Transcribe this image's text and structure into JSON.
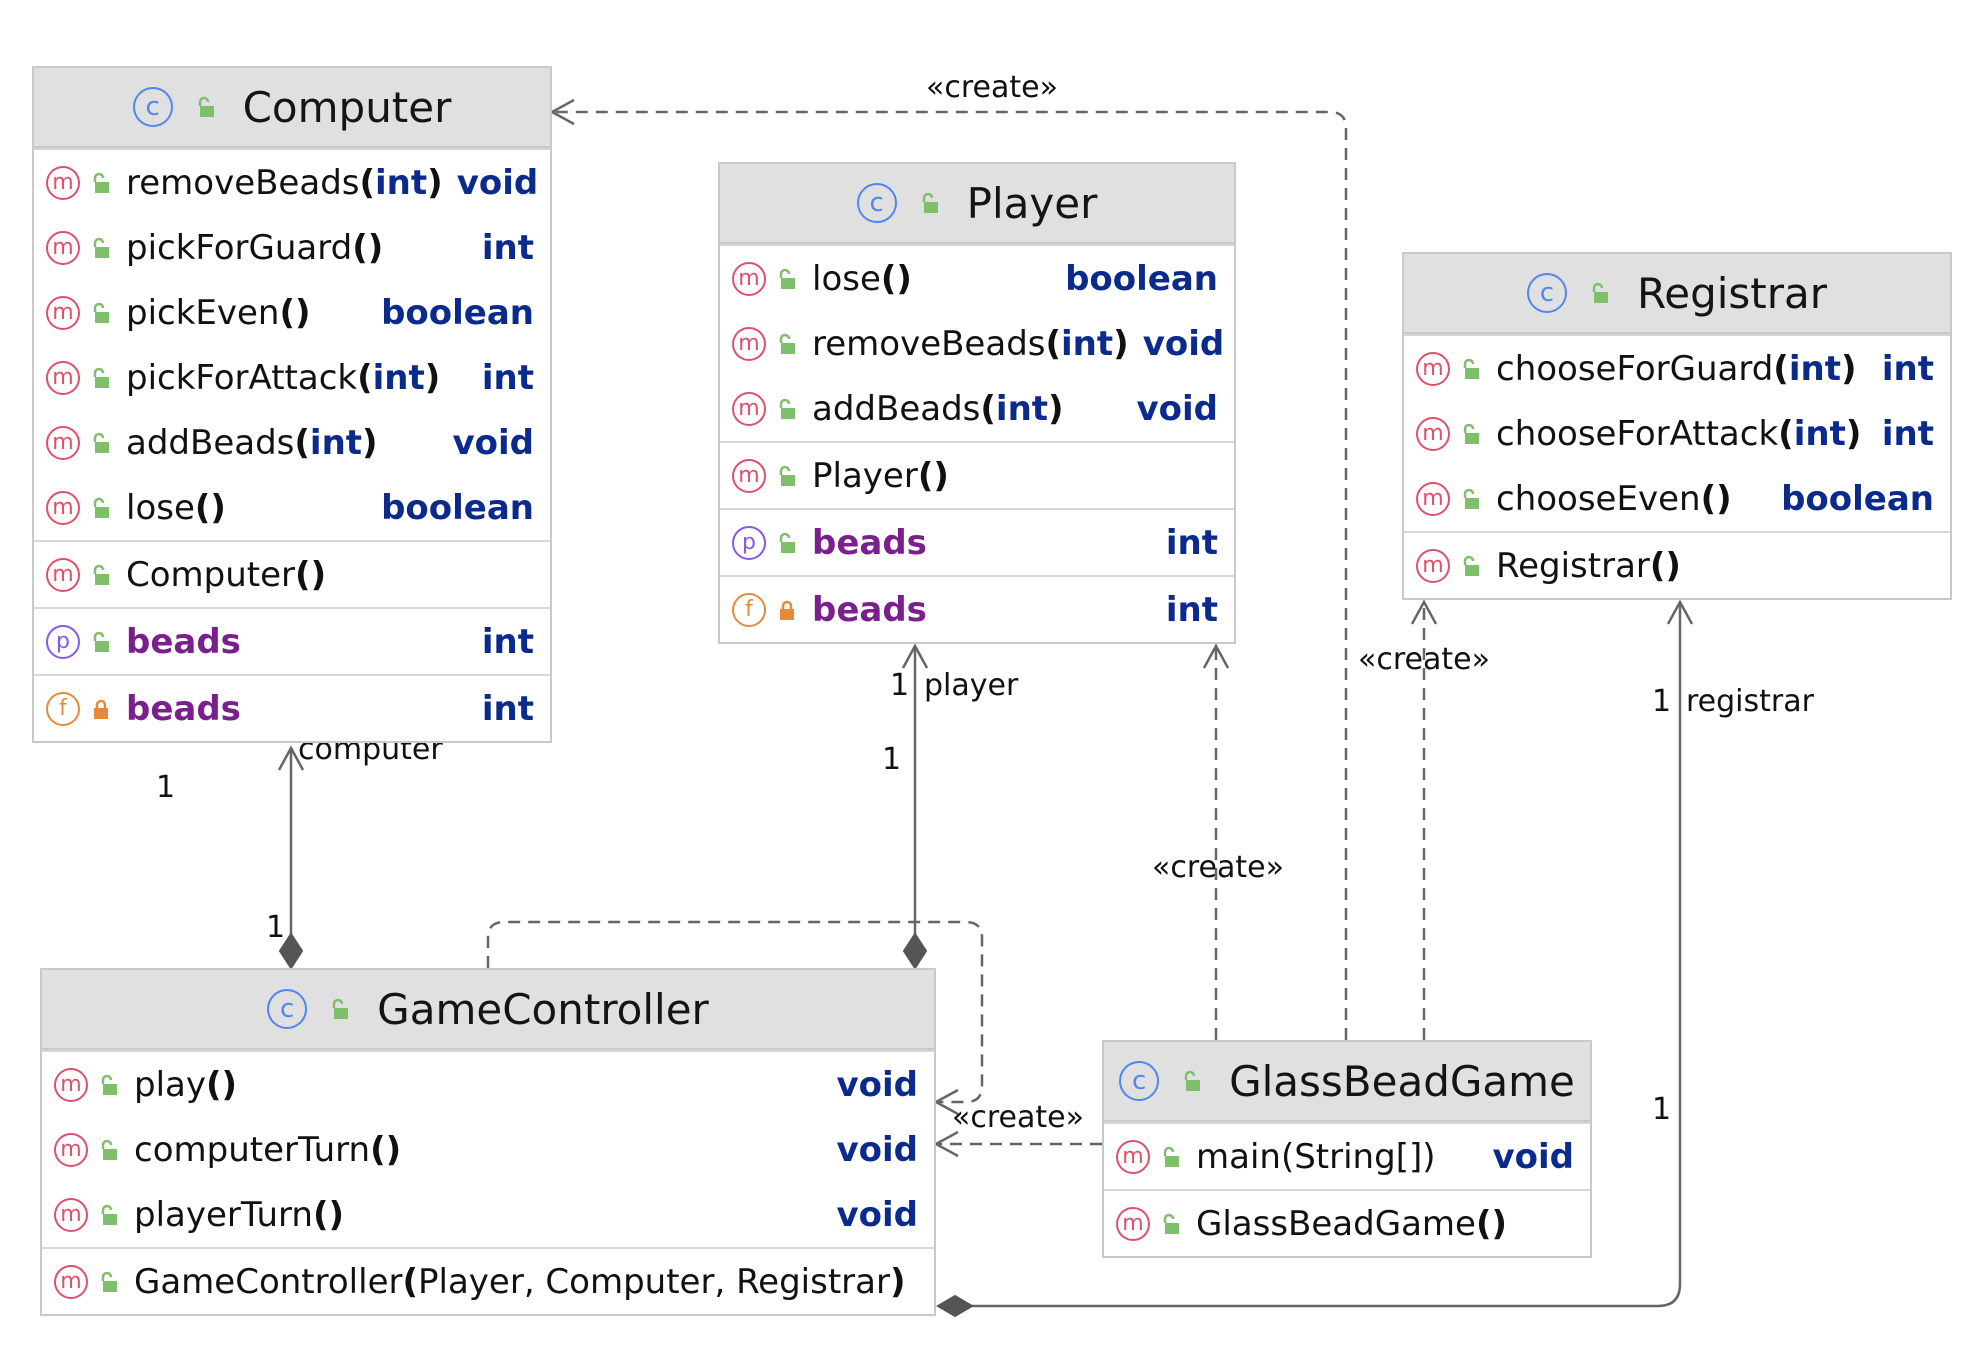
{
  "classes": {
    "computer": {
      "name": "Computer",
      "methods": [
        {
          "name": "removeBeads",
          "params": "int",
          "type": "void"
        },
        {
          "name": "pickForGuard",
          "params": "",
          "type": "int"
        },
        {
          "name": "pickEven",
          "params": "",
          "type": "boolean"
        },
        {
          "name": "pickForAttack",
          "params": "int",
          "type": "int"
        },
        {
          "name": "addBeads",
          "params": "int",
          "type": "void"
        },
        {
          "name": "lose",
          "params": "",
          "type": "boolean"
        }
      ],
      "constructor": "Computer",
      "property": {
        "name": "beads",
        "type": "int"
      },
      "field": {
        "name": "beads",
        "type": "int"
      }
    },
    "player": {
      "name": "Player",
      "methods": [
        {
          "name": "lose",
          "params": "",
          "type": "boolean"
        },
        {
          "name": "removeBeads",
          "params": "int",
          "type": "void"
        },
        {
          "name": "addBeads",
          "params": "int",
          "type": "void"
        }
      ],
      "constructor": "Player",
      "property": {
        "name": "beads",
        "type": "int"
      },
      "field": {
        "name": "beads",
        "type": "int"
      }
    },
    "registrar": {
      "name": "Registrar",
      "methods": [
        {
          "name": "chooseForGuard",
          "params": "int",
          "type": "int"
        },
        {
          "name": "chooseForAttack",
          "params": "int",
          "type": "int"
        },
        {
          "name": "chooseEven",
          "params": "",
          "type": "boolean"
        }
      ],
      "constructor": "Registrar"
    },
    "gamecontroller": {
      "name": "GameController",
      "methods": [
        {
          "name": "play",
          "params": "",
          "type": "void"
        },
        {
          "name": "computerTurn",
          "params": "",
          "type": "void"
        },
        {
          "name": "playerTurn",
          "params": "",
          "type": "void"
        }
      ],
      "constructor": "GameController",
      "constructor_params": "Player, Computer, Registrar"
    },
    "glassbeadgame": {
      "name": "GlassBeadGame",
      "methods": [
        {
          "name": "main",
          "params": "String[]",
          "type": "void"
        }
      ],
      "constructor": "GlassBeadGame"
    }
  },
  "edge_labels": {
    "create_top": "«create»",
    "create_registrar": "«create»",
    "create_player": "«create»",
    "create_gamecontroller": "«create»",
    "computer_role": "computer",
    "computer_mult_top": "1",
    "computer_mult_bottom": "1",
    "player_mult_top": "1",
    "player_role": "player",
    "player_mult_bottom": "1",
    "registrar_mult_top": "1",
    "registrar_role": "registrar",
    "registrar_mult_bottom": "1"
  },
  "icons": {
    "class": "class-icon",
    "method": "method-icon",
    "property": "property-icon",
    "field": "field-icon",
    "public": "unlocked-icon",
    "private": "lock-icon"
  },
  "colors": {
    "header_bg": "#e0e0e0",
    "type_blue": "#0a2a8c",
    "property_purple": "#7b1f8f",
    "class_icon": "#4f86f0",
    "method_icon": "#e0506a",
    "property_icon": "#8b57e8",
    "field_icon": "#e58a3c",
    "public_green": "#7fbf6a",
    "private_orange": "#e58a3c"
  }
}
